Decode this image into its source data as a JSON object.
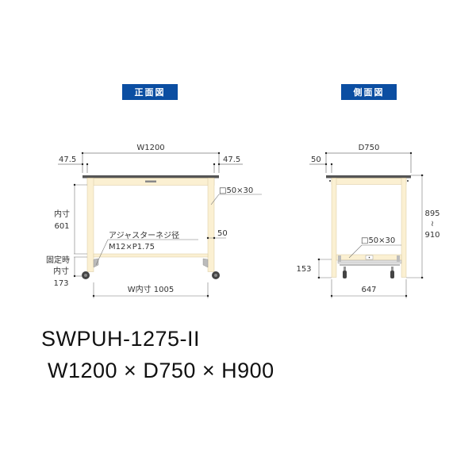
{
  "front_view": {
    "title": "正面図",
    "width_total": "W1200",
    "left_offset": "47.5",
    "right_offset": "47.5",
    "frame_spec": "□50×30",
    "inner_height_label": "内寸",
    "inner_height_value": "601",
    "adjuster_label": "アジャスターネジ径",
    "adjuster_spec": "M12×P1.75",
    "lower_frame_gap": "50",
    "fixed_label": "固定時",
    "fixed_inner_label": "内寸",
    "fixed_inner_value": "173",
    "inner_width": "W内寸 1005"
  },
  "side_view": {
    "title": "側面図",
    "depth_total": "D750",
    "left_offset": "50",
    "frame_spec": "□50×30",
    "height_min": "895",
    "height_sep": "≀",
    "height_max": "910",
    "lower_height": "153",
    "inner_depth": "647"
  },
  "product": {
    "model": "SWPUH-1275-II",
    "dimensions": "W1200 × D750 × H900"
  },
  "colors": {
    "label_bg": "#0b4ea2",
    "frame": "#fbf0d2",
    "frame_edge": "#d9c9a0",
    "top_plate": "#555555",
    "dim_line": "#444444"
  }
}
